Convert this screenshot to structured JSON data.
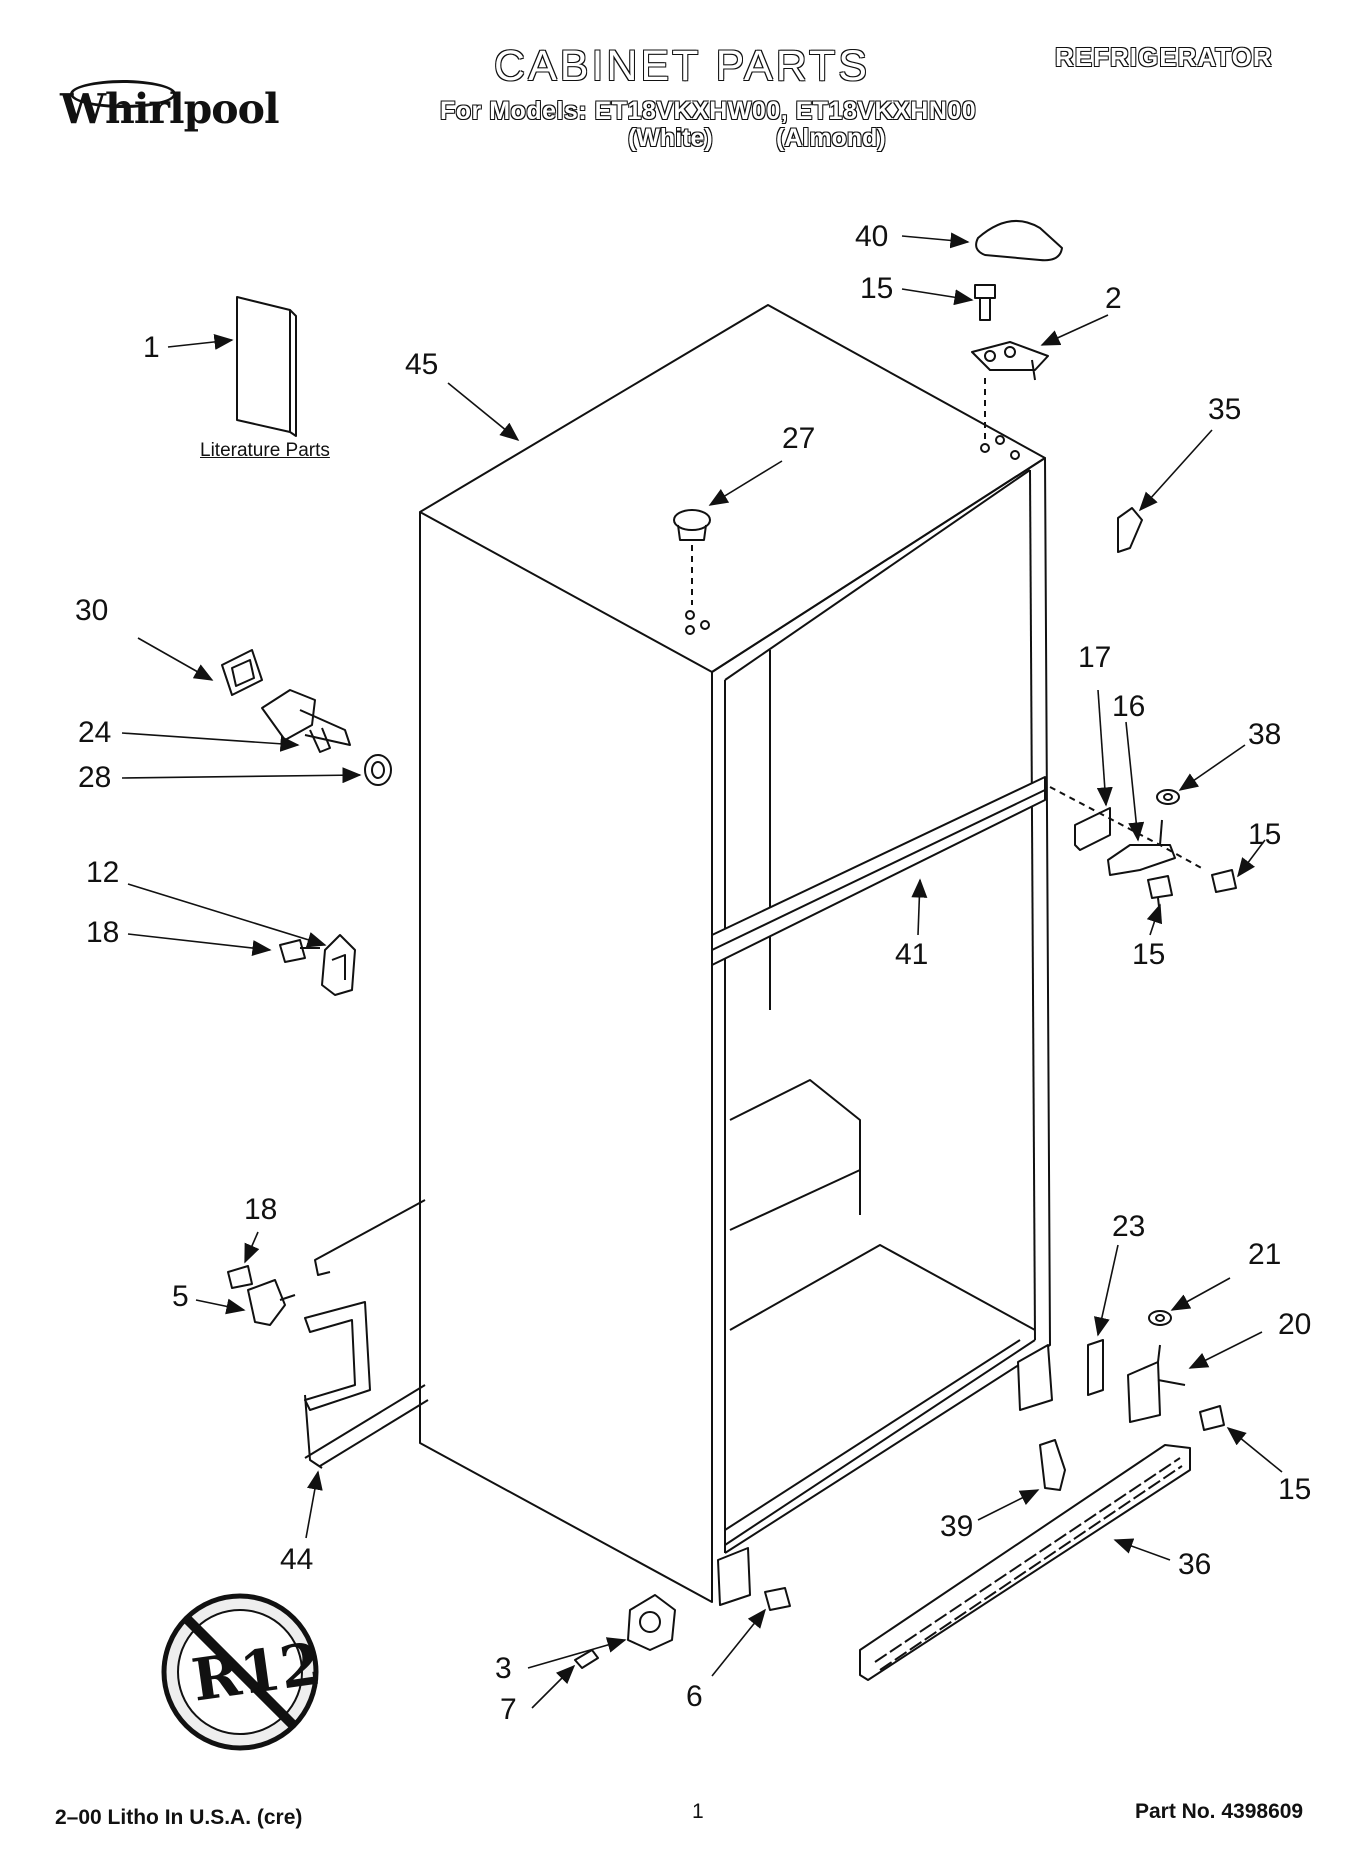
{
  "header": {
    "brand": "Whirlpool",
    "title": "CABINET PARTS",
    "models": "For Models: ET18VKXHW00, ET18VKXHN00",
    "variant_white": "(White)",
    "variant_almond": "(Almond)",
    "appliance": "REFRIGERATOR"
  },
  "diagram": {
    "literature_caption": "Literature Parts",
    "r12_symbol": "R12",
    "callouts": {
      "c1": "1",
      "c2": "2",
      "c3": "3",
      "c5": "5",
      "c6": "6",
      "c7": "7",
      "c12": "12",
      "c15a": "15",
      "c15b": "15",
      "c15c": "15",
      "c15d": "15",
      "c16": "16",
      "c17": "17",
      "c18a": "18",
      "c18b": "18",
      "c20": "20",
      "c21": "21",
      "c23": "23",
      "c24": "24",
      "c27": "27",
      "c28": "28",
      "c30": "30",
      "c35": "35",
      "c36": "36",
      "c38": "38",
      "c39": "39",
      "c40": "40",
      "c41": "41",
      "c44": "44",
      "c45": "45"
    }
  },
  "footer": {
    "litho": "2–00 Litho In U.S.A. (cre)",
    "page": "1",
    "part_no": "Part No. 4398609"
  }
}
